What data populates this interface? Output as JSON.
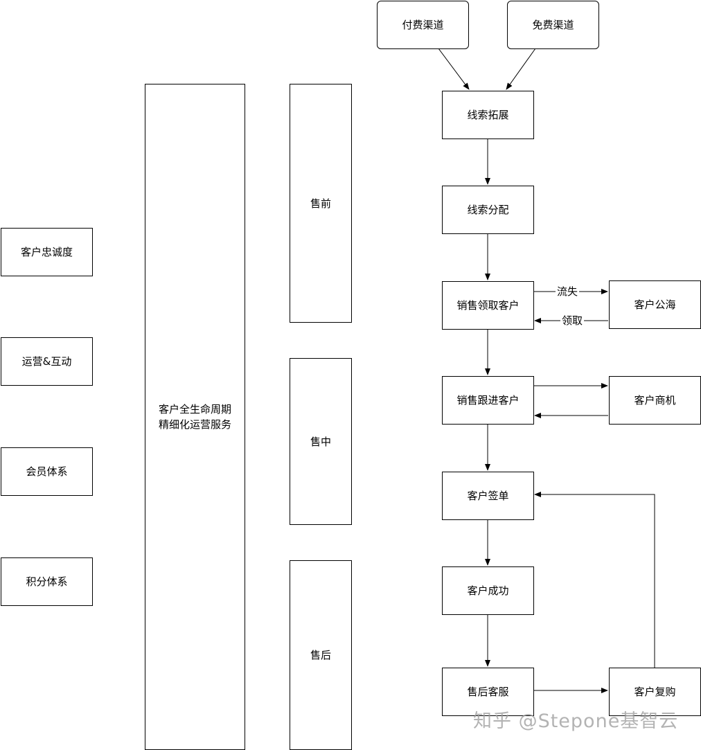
{
  "left_column": {
    "items": [
      "客户忠诚度",
      "运营&互动",
      "会员体系",
      "积分体系"
    ]
  },
  "lifecycle": {
    "line1": "客户全生命周期",
    "line2": "精细化运营服务"
  },
  "stages": {
    "pre": "售前",
    "mid": "售中",
    "post": "售后"
  },
  "channels": {
    "paid": "付费渠道",
    "free": "免费渠道"
  },
  "flow": {
    "lead_expand": "线索拓展",
    "lead_assign": "线索分配",
    "sales_claim": "销售领取客户",
    "sales_follow": "销售跟进客户",
    "sign": "客户签单",
    "success": "客户成功",
    "aftersales": "售后客服"
  },
  "side": {
    "public_pool": "客户公海",
    "opportunity": "客户商机",
    "repurchase": "客户复购"
  },
  "edge_labels": {
    "lost": "流失",
    "claim": "领取"
  },
  "watermark": "知乎 @Stepone基智云"
}
